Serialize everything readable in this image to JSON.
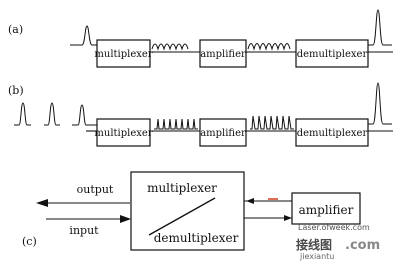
{
  "panels": {
    "a": {
      "tag": "(a)",
      "box1": "multiplexer",
      "box2": "amplifier",
      "box3": "demultiplexer"
    },
    "b": {
      "tag": "(b)",
      "box1": "multiplexer",
      "box2": "amplifier",
      "box3": "demultiplexer"
    },
    "c": {
      "tag": "(c)",
      "output_label": "output",
      "input_label": "input",
      "mux_top": "multiplexer",
      "mux_bottom": "demultiplexer",
      "amp_label": "amplifier"
    }
  },
  "watermarks": {
    "site": "Laser.ofweek.com",
    "brand_cn": "接线图",
    "brand_en": ".com",
    "brand_pinyin": "jiexiantu"
  }
}
